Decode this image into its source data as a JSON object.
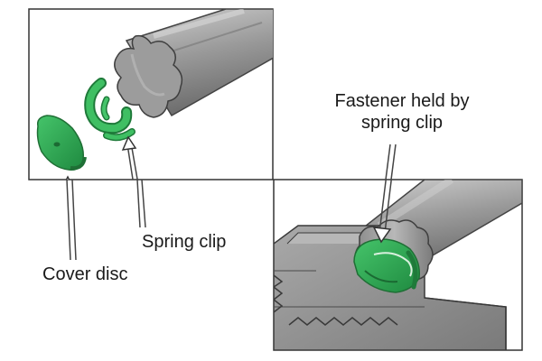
{
  "labels": {
    "spring_clip": "Spring clip",
    "cover_disc": "Cover disc",
    "fastener_line1": "Fastener held by",
    "fastener_line2": "spring clip"
  },
  "colors": {
    "clip_green": "#2e9e4f",
    "clip_green_dark": "#1f7a3a",
    "clip_green_light": "#3fbf63",
    "steel": "#8e8e8e",
    "steel_dark": "#5e5e5e",
    "steel_light": "#bdbdbd",
    "frame": "#333333"
  }
}
